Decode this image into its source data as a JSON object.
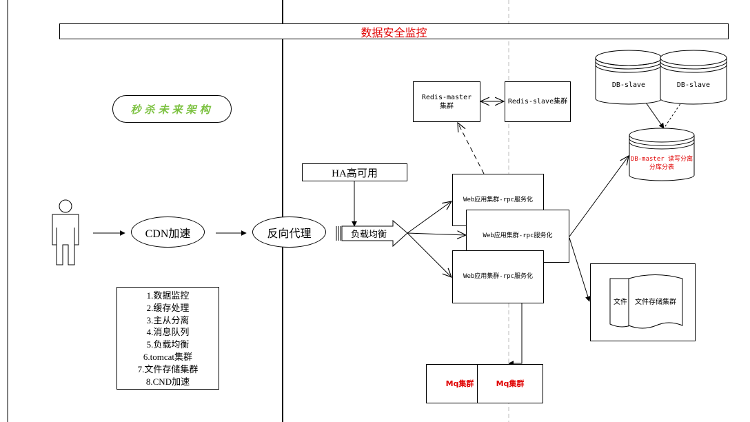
{
  "banner": {
    "title": "数据安全监控"
  },
  "title_pill": {
    "label": "秒杀未来架构"
  },
  "nodes": {
    "cdn": "CDN加速",
    "reverse_proxy": "反向代理",
    "ha": "HA高可用",
    "load_balancer": "负载均衡",
    "redis_master": "Redis-master\n集群",
    "redis_slave": "Redis-slave集群",
    "web_app_1": "Web应用集群-rpc服务化",
    "web_app_2": "Web应用集群-rpc服务化",
    "web_app_3": "Web应用集群-rpc服务化",
    "db_slave_1": "DB-slave",
    "db_slave_2": "DB-slave",
    "db_master": "DB-master 读写分离 分库分表",
    "file_doc_back": "文件",
    "file_doc_front": "文件存储集群",
    "mq_1": "Mq集群",
    "mq_2": "Mq集群"
  },
  "feature_list": [
    "1.数据监控",
    "2.缓存处理",
    "3.主从分离",
    "4.消息队列",
    "5.负载均衡",
    "6.tomcat集群",
    "7.文件存储集群",
    "8.CND加速"
  ],
  "colors": {
    "accent_red": "#e00000",
    "pill_green": "#7dc242",
    "line": "#000000"
  }
}
